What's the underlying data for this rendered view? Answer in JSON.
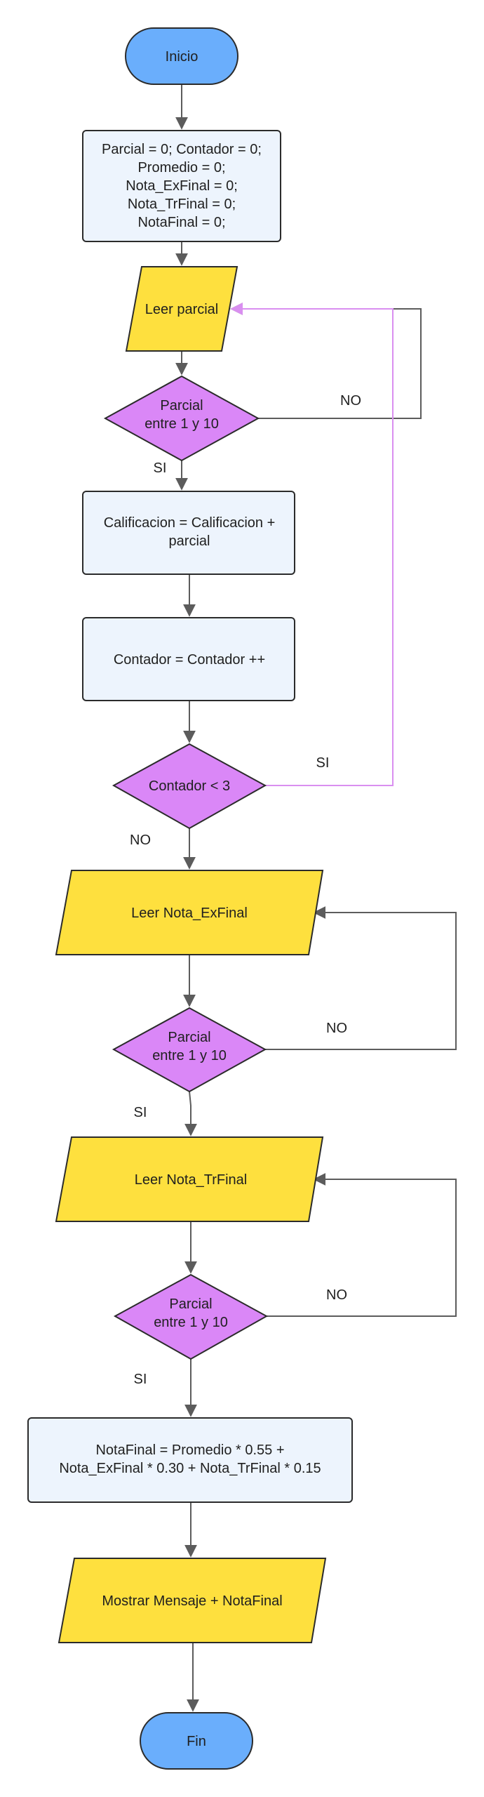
{
  "colors": {
    "terminal": "#6aaefc",
    "process": "#edf4fd",
    "io": "#fee03e",
    "decision": "#da87f7",
    "connector": "#5c5c5c",
    "loop_connector": "#d98ff0"
  },
  "nodes": {
    "start": {
      "lines": [
        "Inicio"
      ]
    },
    "init": {
      "lines": [
        "Parcial = 0; Contador = 0;",
        "Promedio = 0;",
        "Nota_ExFinal = 0;",
        "Nota_TrFinal = 0;",
        "NotaFinal = 0;"
      ]
    },
    "read_parcial": {
      "lines": [
        "Leer parcial"
      ]
    },
    "check_parcial": {
      "lines": [
        "Parcial",
        "entre 1 y 10"
      ]
    },
    "sum_calificacion": {
      "lines": [
        "Calificacion = Calificacion +",
        "parcial"
      ]
    },
    "inc_contador": {
      "lines": [
        "Contador = Contador ++"
      ]
    },
    "check_contador": {
      "lines": [
        "Contador < 3"
      ]
    },
    "read_exfinal": {
      "lines": [
        "Leer Nota_ExFinal"
      ]
    },
    "check_exfinal": {
      "lines": [
        "Parcial",
        "entre 1 y 10"
      ]
    },
    "read_trfinal": {
      "lines": [
        "Leer Nota_TrFinal"
      ]
    },
    "check_trfinal": {
      "lines": [
        "Parcial",
        "entre 1 y 10"
      ]
    },
    "calc_notafinal": {
      "lines": [
        "NotaFinal = Promedio * 0.55 +",
        "Nota_ExFinal * 0.30 + Nota_TrFinal * 0.15"
      ]
    },
    "show_message": {
      "lines": [
        "Mostrar Mensaje + NotaFinal"
      ]
    },
    "end": {
      "lines": [
        "Fin"
      ]
    }
  },
  "edge_labels": {
    "check_parcial_no": "NO",
    "check_parcial_si": "SI",
    "check_contador_si": "SI",
    "check_contador_no": "NO",
    "check_exfinal_no": "NO",
    "check_exfinal_si": "SI",
    "check_trfinal_no": "NO",
    "check_trfinal_si": "SI"
  }
}
